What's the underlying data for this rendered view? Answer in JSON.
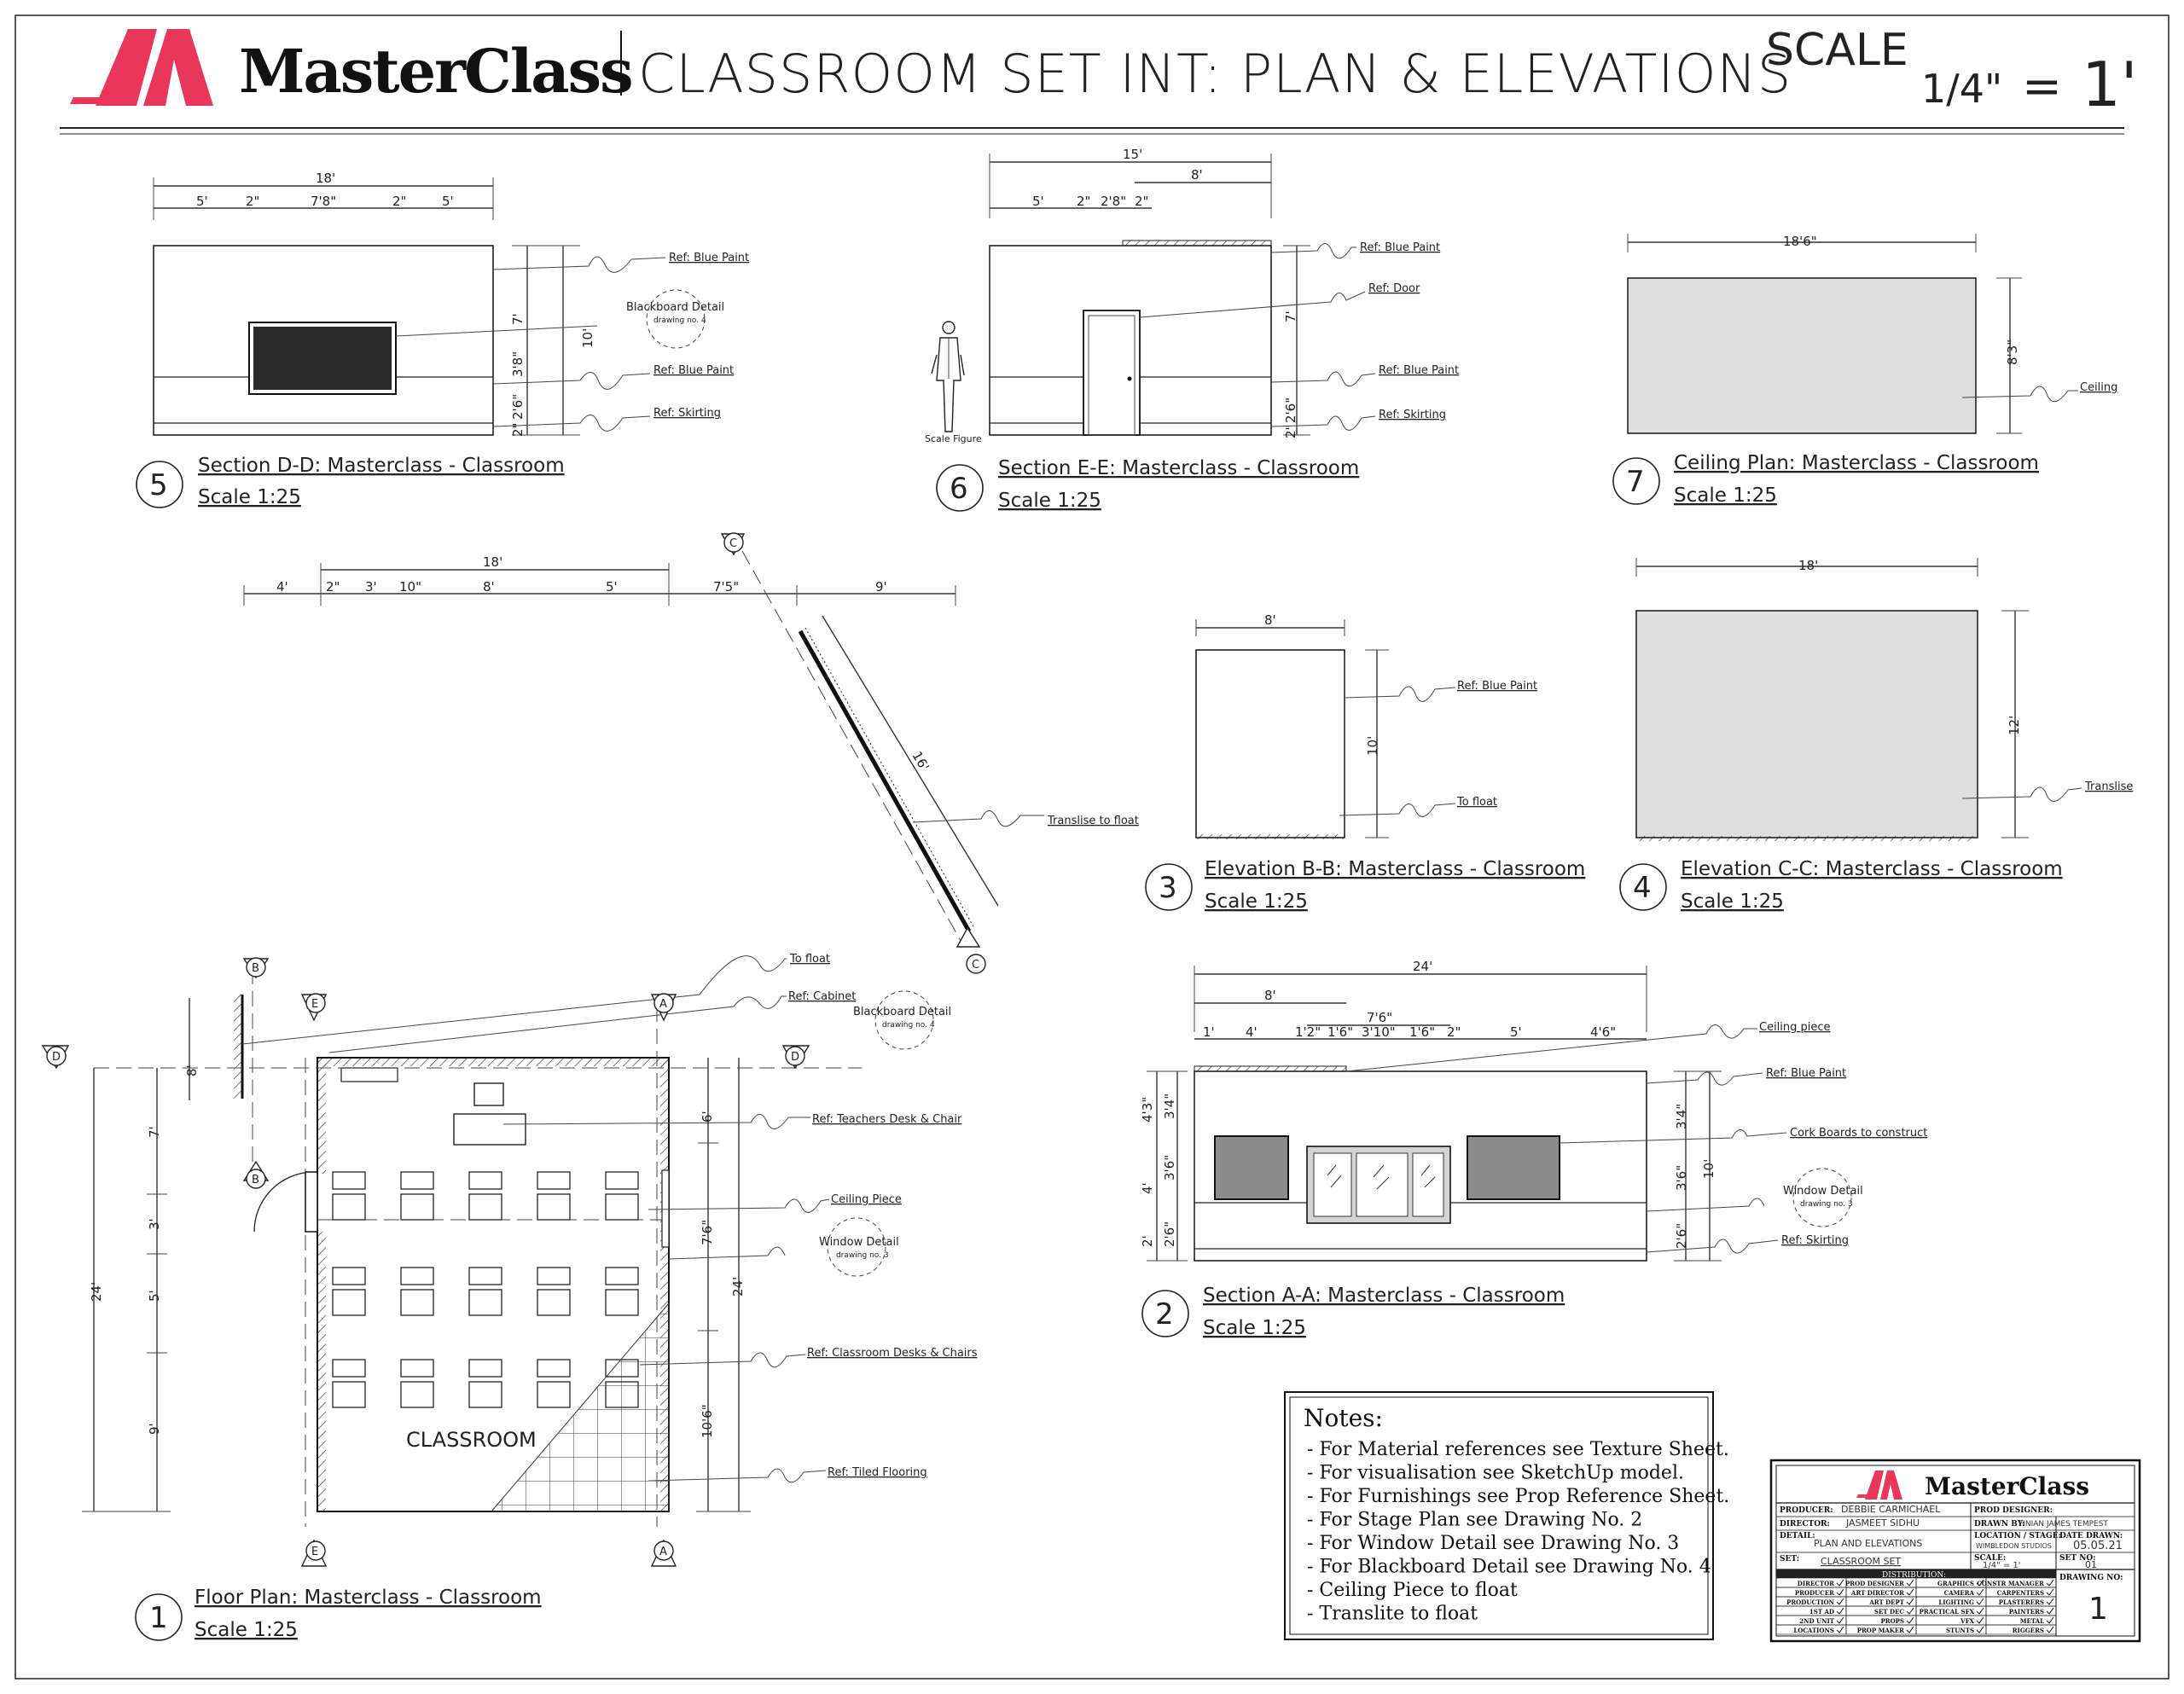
{
  "header": {
    "logo_text": "MasterClass",
    "title": "CLASSROOM SET INT: PLAN & ELEVATIONS",
    "scale_label": "SCALE",
    "scale_fraction": "1/4\"",
    "scale_equals": "=",
    "scale_value": "1'"
  },
  "views": [
    {
      "number": "5",
      "title": "Section D-D: Masterclass - Classroom",
      "scale": "Scale 1:25"
    },
    {
      "number": "6",
      "title": "Section E-E: Masterclass - Classroom",
      "scale": "Scale 1:25"
    },
    {
      "number": "7",
      "title": "Ceiling Plan: Masterclass - Classroom",
      "scale": "Scale 1:25"
    },
    {
      "number": "3",
      "title": "Elevation B-B: Masterclass - Classroom",
      "scale": "Scale 1:25"
    },
    {
      "number": "4",
      "title": "Elevation C-C: Masterclass - Classroom",
      "scale": "Scale 1:25"
    },
    {
      "number": "2",
      "title": "Section A-A: Masterclass - Classroom",
      "scale": "Scale 1:25"
    },
    {
      "number": "1",
      "title": "Floor Plan: Masterclass - Classroom",
      "scale": "Scale 1:25"
    }
  ],
  "dims": {
    "s5_total": "18'",
    "s5_a": "5'",
    "s5_b": "2\"",
    "s5_c": "7'8\"",
    "s5_d": "2\"",
    "s5_e": "5'",
    "s5_v1": "7'",
    "s5_v2": "3'8\"",
    "s5_v3": "10'",
    "s5_v4": "2'6\"",
    "s5_v5": "2\"",
    "s6_total": "15'",
    "s6_r": "8'",
    "s6_a": "5'",
    "s6_b": "2\"",
    "s6_c": "2'8\"",
    "s6_d": "2\"",
    "s6_v1": "7'",
    "s6_v2": "2'6\"",
    "s6_v3": "2\"",
    "s7_w": "18'6\"",
    "s7_h": "8'3\"",
    "e3_w": "8'",
    "e3_h": "10'",
    "e4_w": "18'",
    "e4_h": "12'",
    "fp_top_total": "18'",
    "fp_t1": "4'",
    "fp_t2": "2\"",
    "fp_t3": "3'",
    "fp_t4": "10\"",
    "fp_t5": "8'",
    "fp_t6": "5'",
    "fp_t7": "7'5\"",
    "fp_t8": "9'",
    "fp_diag": "16'",
    "fp_left_total": "24'",
    "fp_l1": "7'",
    "fp_l2": "3'",
    "fp_l3": "5'",
    "fp_l4": "9'",
    "fp_b": "8'",
    "fp_r1": "6'",
    "fp_r2": "7'6\"",
    "fp_r3": "10'6\"",
    "fp_r_total": "24'",
    "s2_total": "24'",
    "s2_a": "8'",
    "s2_b": "7'6\"",
    "s2_c1": "1'",
    "s2_c2": "4'",
    "s2_c3": "1'2\"",
    "s2_c4": "1'6\"",
    "s2_c5": "3'10\"",
    "s2_c6": "1'6\"",
    "s2_c7": "2\"",
    "s2_c8": "5'",
    "s2_c9": "4'6\"",
    "s2_l1": "4'3\"",
    "s2_l2": "3'4\"",
    "s2_l3": "3'6\"",
    "s2_l4": "4'",
    "s2_l5": "2'6\"",
    "s2_l6": "2'",
    "s2_r1": "3'4\"",
    "s2_r2": "3'6\"",
    "s2_r3": "10'",
    "s2_r4": "2'6\""
  },
  "refs": {
    "blue_paint": "Ref: Blue Paint",
    "skirting": "Ref: Skirting",
    "door": "Ref: Door",
    "ceiling": "Ceiling",
    "blackboard_detail": "Blackboard Detail",
    "blackboard_drawing": "drawing no. 4",
    "scale_figure": "Scale Figure",
    "translise_to_float": "Translise to float",
    "to_float": "To float",
    "translise": "Translise",
    "ref_cabinet": "Ref: Cabinet",
    "teachers_desk": "Ref: Teachers Desk & Chair",
    "ceiling_piece": "Ceiling Piece",
    "window_detail": "Window Detail",
    "window_drawing": "drawing no. 3",
    "classroom_desks": "Ref: Classroom Desks & Chairs",
    "tiled_flooring": "Ref: Tiled Flooring",
    "classroom_label": "CLASSROOM",
    "ceiling_piece_lc": "Ceiling piece",
    "cork_boards": "Cork Boards to construct"
  },
  "markers": {
    "a": "A",
    "b": "B",
    "c": "C",
    "d": "D",
    "e": "E"
  },
  "notes": {
    "heading": "Notes:",
    "items": [
      "- For Material references see Texture Sheet.",
      "- For visualisation see SketchUp model.",
      "- For Furnishings see Prop Reference Sheet.",
      "- For Stage Plan see Drawing No. 2",
      "- For Window Detail see Drawing No. 3",
      "- For Blackboard Detail see Drawing No. 4",
      "- Ceiling Piece to float",
      "- Translite to float"
    ]
  },
  "title_block": {
    "logo_text": "MasterClass",
    "producer_label": "PRODUCER:",
    "producer": "DEBBIE CARMICHAEL",
    "prod_designer_label": "PROD DESIGNER:",
    "director_label": "DIRECTOR:",
    "director": "JASMEET SIDHU",
    "drawn_by_label": "DRAWN BY:",
    "drawn_by": "FINIAN JAMES TEMPEST",
    "detail_label": "DETAIL:",
    "detail": "PLAN AND ELEVATIONS",
    "location_label": "LOCATION / STAGE:",
    "location": "WIMBLEDON STUDIOS",
    "date_label": "DATE DRAWN:",
    "date": "05.05.21",
    "set_label": "SET:",
    "set": "CLASSROOM SET",
    "scale_label": "SCALE:",
    "scale": "1/4\" = 1'",
    "set_no_label": "SET NO:",
    "set_no": "01",
    "drawing_no_label": "DRAWING NO:",
    "drawing_no": "1",
    "distribution_label": "DISTRIBUTION:",
    "dist": [
      [
        "DIRECTOR",
        "PROD DESIGNER",
        "GRAPHICS",
        "CONSTR MANAGER"
      ],
      [
        "PRODUCER",
        "ART DIRECTOR",
        "CAMERA",
        "CARPENTERS"
      ],
      [
        "PRODUCTION",
        "ART DEPT",
        "LIGHTING",
        "PLASTERERS"
      ],
      [
        "1ST AD",
        "SET DEC",
        "PRACTICAL SFX",
        "PAINTERS"
      ],
      [
        "2ND UNIT",
        "PROPS",
        "VFX",
        "METAL"
      ],
      [
        "LOCATIONS",
        "PROP MAKER",
        "STUNTS",
        "RIGGERS"
      ]
    ]
  }
}
